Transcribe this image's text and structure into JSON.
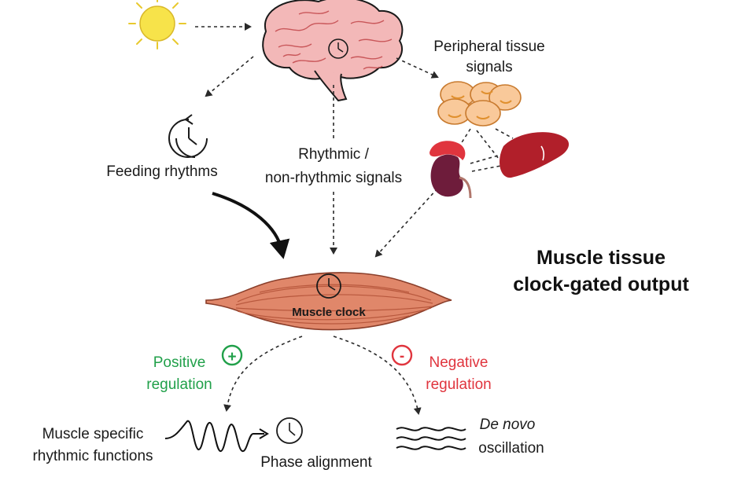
{
  "labels": {
    "peripheral": [
      "Peripheral tissue",
      "signals"
    ],
    "feeding": "Feeding rhythms",
    "rhythmic": [
      "Rhythmic /",
      "non-rhythmic signals"
    ],
    "title": [
      "Muscle tissue",
      "clock-gated output"
    ],
    "muscle_clock": "Muscle clock",
    "positive": [
      "Positive",
      "regulation"
    ],
    "positive_symbol": "+",
    "negative": [
      "Negative",
      "regulation"
    ],
    "negative_symbol": "-",
    "muscle_specific": [
      "Muscle specific",
      "rhythmic functions"
    ],
    "phase": "Phase alignment",
    "denovo": [
      "De novo",
      "oscillation"
    ]
  },
  "colors": {
    "positive": "#21a04a",
    "negative": "#e0353e",
    "sun": "#f7e34a",
    "brain": "#f3b8b8",
    "muscle": "#e0876a",
    "adipose": "#f9c99a",
    "liver": "#b11f2a",
    "kidney": "#6e1c3b"
  },
  "icons": [
    "sun-icon",
    "brain-icon",
    "clock-icon",
    "adipocyte-cluster-icon",
    "kidney-icon",
    "liver-icon",
    "muscle-icon",
    "wave-icon",
    "ripple-icon"
  ]
}
